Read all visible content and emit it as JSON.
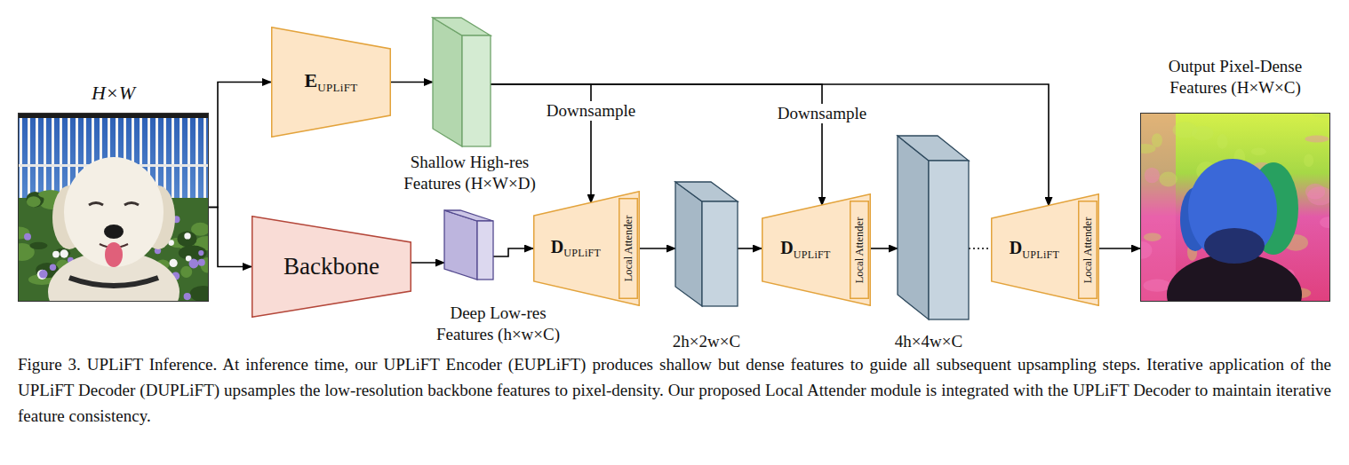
{
  "diagram": {
    "caption": "Figure 3. UPLiFT Inference. At inference time, our UPLiFT Encoder (EUPLiFT) produces shallow but dense features to guide all subsequent upsampling steps. Iterative application of the UPLiFT Decoder (DUPLiFT) upsamples the low-resolution backbone features to pixel-density. Our proposed Local Attender module is integrated with the UPLiFT Decoder to maintain iterative feature consistency.",
    "nodes": [
      {
        "text": [
          "H×W"
        ]
      },
      {
        "text": [
          "E",
          "UPLiFT"
        ]
      },
      {
        "text": [
          "Shallow High-res Features (H×W×D)"
        ]
      },
      {
        "text": [
          "Backbone"
        ]
      },
      {
        "text": [
          "Deep Low-res Features (h×w×C)"
        ]
      },
      {
        "text": [
          "D",
          "UPLiFT"
        ]
      },
      {
        "text": [
          "Local Attender"
        ],
        "in": 5
      },
      {
        "text": [
          "2h×2w×C"
        ]
      },
      {
        "text": [
          "D",
          "UPLiFT"
        ]
      },
      {
        "text": [
          "Local Attender"
        ],
        "in": 8
      },
      {
        "text": [
          "4h×4w×C"
        ]
      },
      {
        "text": [
          "D",
          "UPLiFT"
        ]
      },
      {
        "text": [
          "Local Attender"
        ],
        "in": 11
      },
      {
        "text": [
          "Output Pixel-Dense Features (H×W×C)"
        ]
      }
    ],
    "edges": [
      {
        "from": 0,
        "to": 1,
        "arrow": "to"
      },
      {
        "from": 0,
        "to": 3,
        "arrow": "to"
      },
      {
        "from": 1,
        "to": 2,
        "arrow": "to"
      },
      {
        "from": 3,
        "to": 4,
        "arrow": "to"
      },
      {
        "from": 4,
        "to": 5,
        "arrow": "to"
      },
      {
        "from": 2,
        "to": 5,
        "label": "Downsample",
        "arrow": "to"
      },
      {
        "from": 2,
        "to": 8,
        "label": "Downsample",
        "arrow": "to"
      },
      {
        "from": 2,
        "to": 11,
        "arrow": "to"
      },
      {
        "from": 5,
        "to": 7,
        "arrow": "to"
      },
      {
        "from": 7,
        "to": 8,
        "arrow": "to"
      },
      {
        "from": 8,
        "to": 10,
        "arrow": "to"
      },
      {
        "from": 10,
        "to": 11,
        "arrow": "none"
      },
      {
        "from": 11,
        "to": 13,
        "arrow": "to"
      }
    ]
  }
}
